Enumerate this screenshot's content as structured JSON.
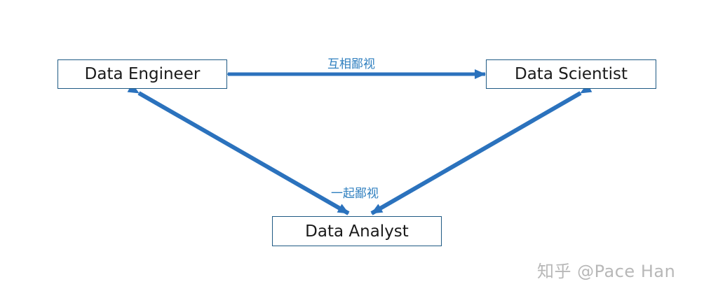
{
  "nodes": {
    "engineer": "Data Engineer",
    "scientist": "Data Scientist",
    "analyst": "Data Analyst"
  },
  "edges": {
    "top_label": "互相鄙视",
    "bottom_label": "一起鄙视"
  },
  "colors": {
    "arrow": "#2b72bd",
    "label": "#2f7fbf",
    "node_border": "#1f5a84"
  },
  "watermark": "知乎 @Pace Han"
}
